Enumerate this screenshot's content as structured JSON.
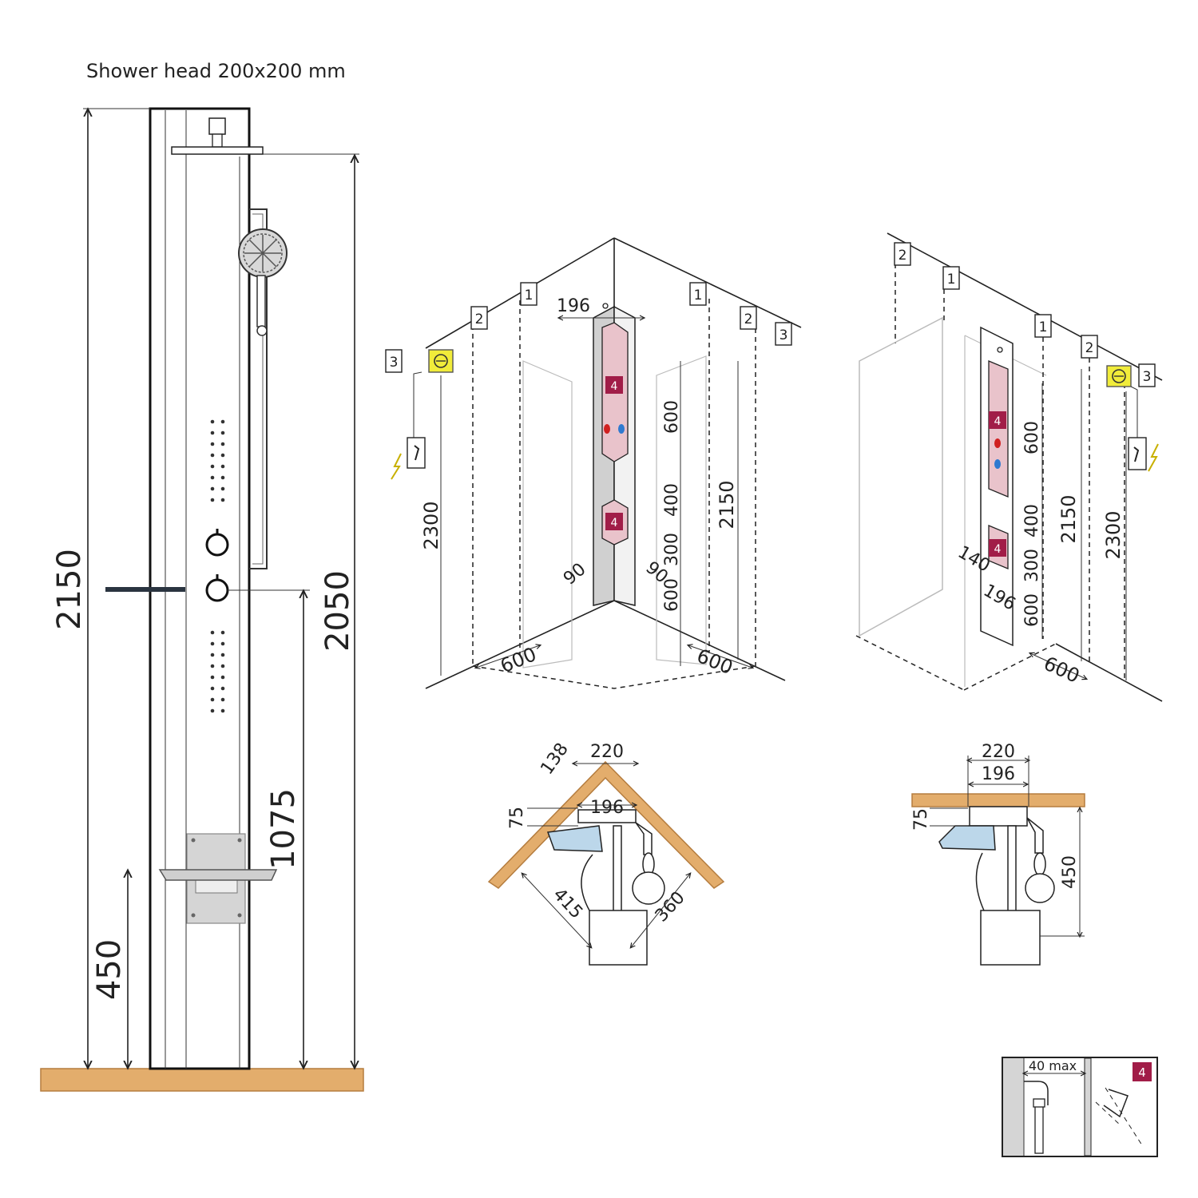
{
  "colors": {
    "wood": "#e3ad6c",
    "wood_edge": "#b57d3f",
    "pink": "#e9c3cb",
    "badge": "#a11d48",
    "yellow": "#f1ec3a",
    "panel": "#ffffff",
    "glass": "#bcd7ea"
  },
  "front": {
    "title": "Shower head 200x200 mm",
    "d_total": "2150",
    "d_head": "2050",
    "d_mixer": "1075",
    "d_seat": "450"
  },
  "corner": {
    "d_196": "196",
    "d_600_up": "600",
    "d_400": "400",
    "d_300": "300",
    "d_600_low": "600",
    "d_2150": "2150",
    "d_2300": "2300",
    "d_90a": "90",
    "d_90b": "90",
    "d_600_left": "600",
    "d_600_right": "600",
    "n1a": "1",
    "n2a": "2",
    "n3a": "3",
    "n1b": "1",
    "n2b": "2",
    "n3b": "3",
    "b1": "4",
    "b2": "4"
  },
  "wall": {
    "d_600": "600",
    "d_400": "400",
    "d_300": "300",
    "d_600_low": "600",
    "d_2150": "2150",
    "d_2300": "2300",
    "d_140": "140",
    "d_196": "196",
    "d_600_floor": "600",
    "n1": "1",
    "n2": "2",
    "n2b": "2",
    "n1b": "1",
    "n3": "3",
    "b1": "4",
    "b2": "4"
  },
  "plan_corner": {
    "d_138": "138",
    "d_220": "220",
    "d_196": "196",
    "d_75": "75",
    "d_415": "415",
    "d_360": "360"
  },
  "plan_wall": {
    "d_220": "220",
    "d_196": "196",
    "d_75": "75",
    "d_450": "450"
  },
  "detail": {
    "d_40max": "40 max",
    "badge": "4"
  }
}
